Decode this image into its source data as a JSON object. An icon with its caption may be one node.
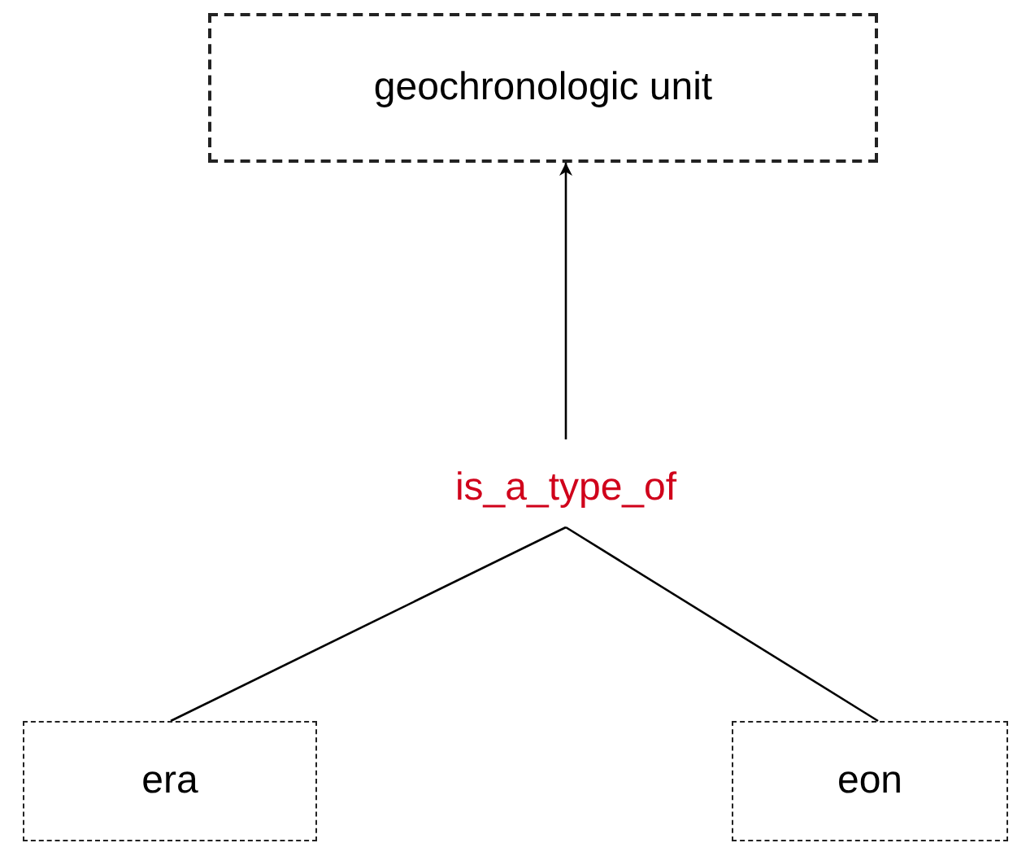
{
  "diagram": {
    "nodes": [
      {
        "text": [
          "geochronologic unit"
        ]
      },
      {
        "text": [
          "is_a_type_of"
        ]
      },
      {
        "text": [
          "era"
        ]
      },
      {
        "text": [
          "eon"
        ]
      }
    ],
    "edges": [
      {
        "from": 2,
        "to": 1,
        "arrow": "none"
      },
      {
        "from": 3,
        "to": 1,
        "arrow": "none"
      },
      {
        "from": 1,
        "to": 0,
        "arrow": "to"
      }
    ]
  }
}
